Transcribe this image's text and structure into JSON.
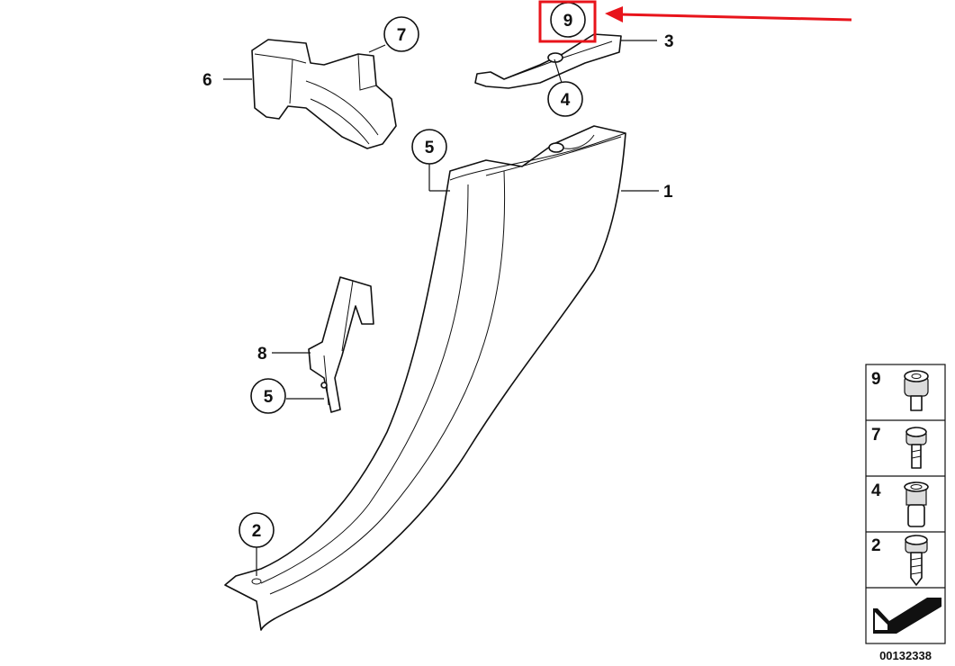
{
  "diagram": {
    "callouts": {
      "c1": "1",
      "c2": "2",
      "c3": "3",
      "c4": "4",
      "c5a": "5",
      "c5b": "5",
      "c6": "6",
      "c7": "7",
      "c8": "8",
      "c9": "9"
    },
    "highlight_color": "#e8141b",
    "legend": [
      {
        "label": "9",
        "icon": "screw-cap-icon"
      },
      {
        "label": "7",
        "icon": "bolt-icon"
      },
      {
        "label": "4",
        "icon": "expansion-nut-icon"
      },
      {
        "label": "2",
        "icon": "screw-icon"
      }
    ],
    "catalog_number": "00132338"
  }
}
